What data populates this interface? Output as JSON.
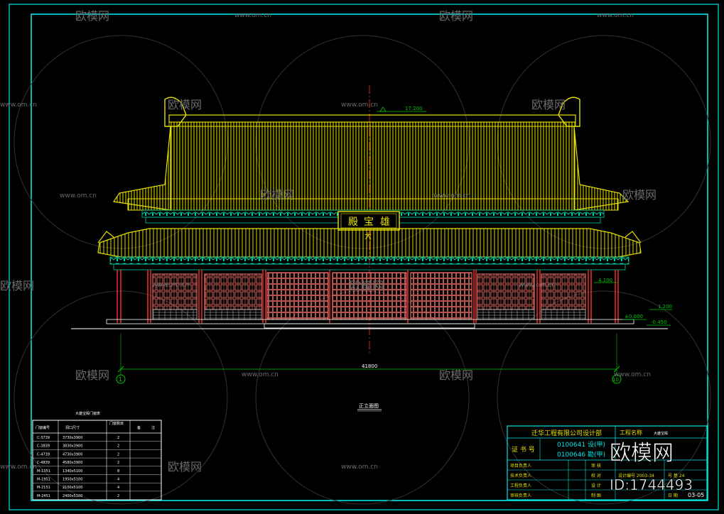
{
  "drawing": {
    "plaque_chars": [
      "殿",
      "宝",
      "雄"
    ],
    "plaque_sub": "大",
    "elevations": {
      "ridge": "17.200",
      "eave": "4.100",
      "floor": "±0.000",
      "step": "1.200",
      "ground": "-0.450"
    },
    "overall_dim": "41800",
    "axis_left": "1",
    "axis_right": "10",
    "view_title": "正立面图"
  },
  "schedule": {
    "title": "大雄宝殿门窗表",
    "headers": [
      "门窗编号",
      "洞口尺寸",
      "门窗数目",
      "备",
      "注"
    ],
    "rows": [
      [
        "C-3739",
        "3730x3900",
        "2"
      ],
      [
        "C-3839",
        "3830x3900",
        "2"
      ],
      [
        "C-4739",
        "4730x3900",
        "2"
      ],
      [
        "C-4839",
        "4580x3900",
        "2"
      ],
      [
        "M-1351",
        "1340x5100",
        "8"
      ],
      [
        "M-1951",
        "1950x5100",
        "4"
      ],
      [
        "M-2151",
        "2100x5100",
        "4"
      ],
      [
        "M-2451",
        "2400x5100",
        "2"
      ]
    ]
  },
  "titleblock": {
    "company": "迁华工程有限公司设计部",
    "project_label": "工程名称",
    "project_value": "大雄宝殿",
    "cert_label": "证 书 号",
    "cert_1": "0100641 设(甲)",
    "cert_2": "0100646 勘(甲)",
    "roles": [
      "项目负责人",
      "技术负责人",
      "工程负责人",
      "审核负责人"
    ],
    "mid": [
      "审 核",
      "校 对",
      "设 计",
      "制 图"
    ],
    "right_a": "设计编号 2003-34",
    "right_b": "号 基 24",
    "right_c": "日 期",
    "sheet_no": "03-05"
  },
  "watermark": {
    "brand": "欧模网",
    "url": "www.om.cn",
    "big": "欧模网",
    "id": "ID:1744493"
  },
  "colors": {
    "frame": "#00e5e5",
    "roof": "#e8e000",
    "bracket": "#00d2a8",
    "wall": "#ff7a70",
    "dim": "#00c800",
    "text": "#ffffff"
  }
}
